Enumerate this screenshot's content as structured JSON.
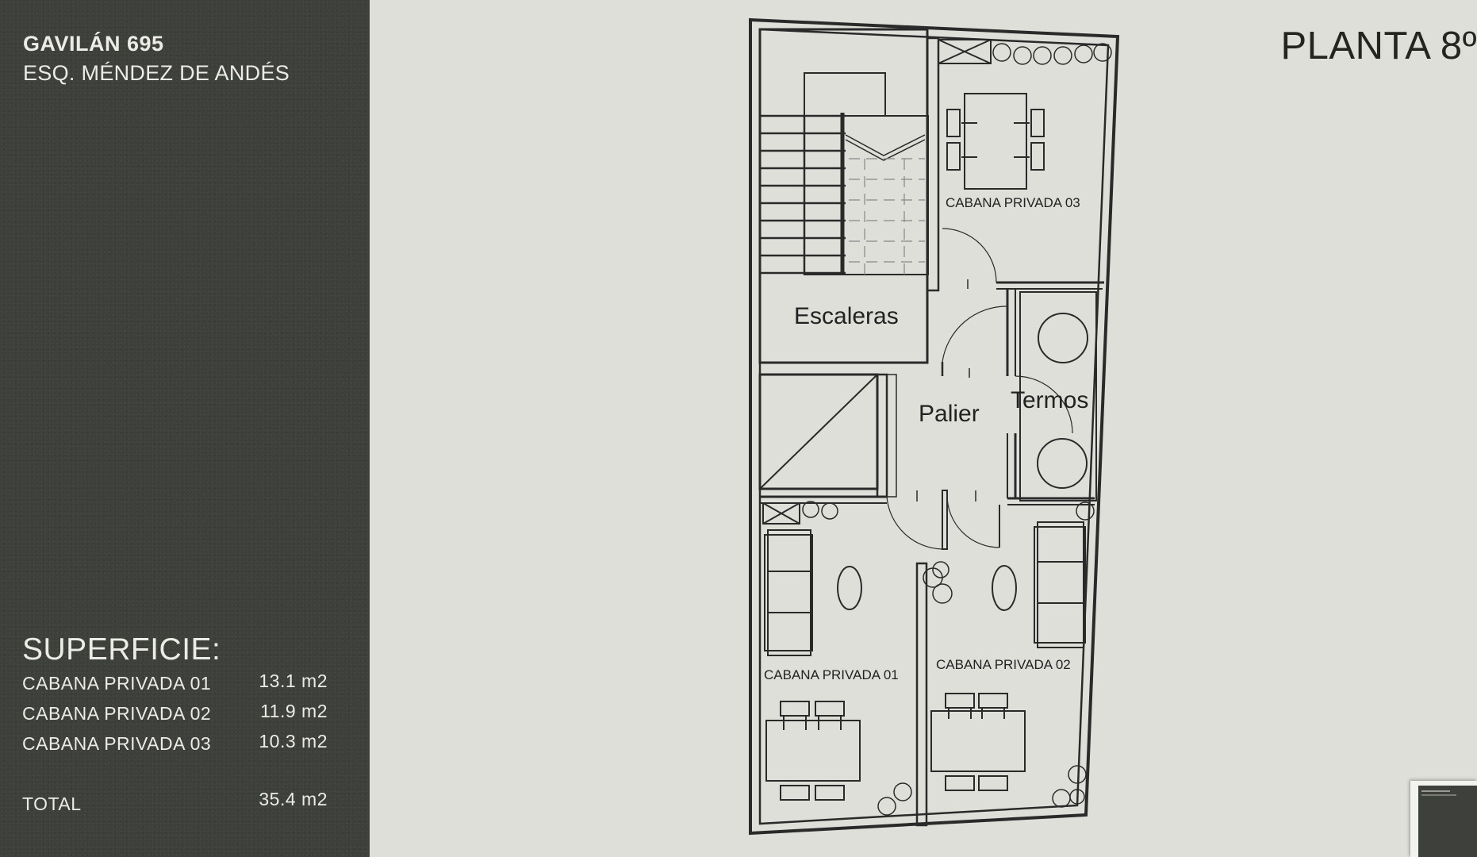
{
  "project": {
    "name": "GAVILÁN 695",
    "corner": "ESQ. MÉNDEZ DE ANDÉS"
  },
  "floor": {
    "title": "PLANTA 8º"
  },
  "surface": {
    "title": "SUPERFICIE:",
    "rows": [
      {
        "label": "CABANA PRIVADA 01",
        "value": "13.1 m2"
      },
      {
        "label": "CABANA PRIVADA 02",
        "value": "11.9 m2"
      },
      {
        "label": "CABANA PRIVADA 03",
        "value": "10.3 m2"
      }
    ],
    "total_label": "TOTAL",
    "total_value": "35.4 m2"
  },
  "plan": {
    "rooms": {
      "stairs": "Escaleras",
      "landing": "Palier",
      "heaters": "Termos",
      "cabana_01": "CABANA PRIVADA 01",
      "cabana_02": "CABANA PRIVADA 02",
      "cabana_03": "CABANA PRIVADA 03"
    }
  },
  "colors": {
    "sidebar_bg": "#3e403b",
    "canvas_bg": "#dfdfda",
    "line": "#2a2a2a",
    "text_light": "#ecece6"
  }
}
